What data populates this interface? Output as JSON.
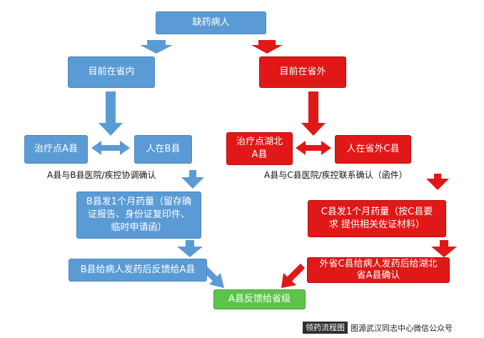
{
  "nodes": {
    "top": "缺药病人",
    "left_branch": "目前在省内",
    "right_branch": "目前在省外",
    "left_treat": "治疗点A县",
    "left_person": "人在B县",
    "right_treat": "治疗点湖北\nA县",
    "right_person": "人在省外C县",
    "left_issue": "B县发1个月药量（留存确\n证报告、身份证复印件、\n临时申请函）",
    "right_issue": "C县发1个月药量（按C县要\n求 提供相关佐证材料）",
    "left_feedback": "B县给病人发药后反馈给A县",
    "right_feedback": "外省C县给病人发药后给湖北\n省A县确认",
    "final": "A县反馈给省级"
  },
  "captions": {
    "left": "A县与B县医院/疾控协调确认",
    "right": "A县与C县医院/疾控联系确认（函件）"
  },
  "footer": {
    "badge": "领药流程图",
    "source": "图源武汉同志中心微信公众号"
  },
  "colors": {
    "blue": "#5b9bd5",
    "red": "#e01818",
    "green": "#5cc44a"
  }
}
